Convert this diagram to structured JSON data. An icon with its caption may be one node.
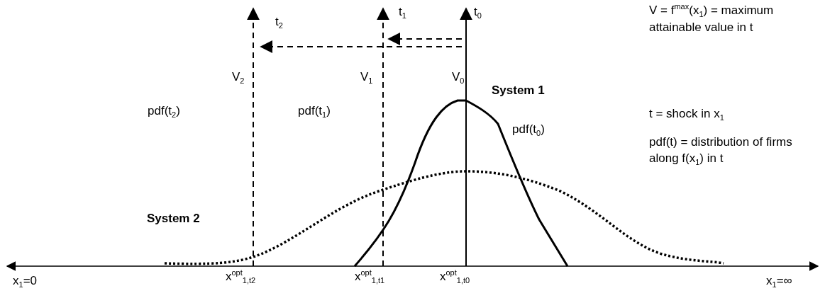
{
  "diagram": {
    "labels": [
      "t$_{2}$",
      "t$_{1}$",
      "t$_{0}$",
      "V = f$^{max}$(x$_{1}$) = maximum attainable value in t",
      "V$_{2}$",
      "V$_{1}$",
      "V$_{0}$",
      "System 1",
      "pdf(t$_{2}$)",
      "pdf(t$_{1}$)",
      "t = shock in x$_{1}$",
      "pdf(t$_{0}$)",
      "pdf(t) = distribution of firms along f(x$_{1}$) in t",
      "System 2",
      "x$_{1}$=0",
      "x$^{opt}$$_{1,t2}$",
      "x$^{opt}$$_{1,t1}$",
      "x$^{opt}$$_{1,t0}$",
      "x$_{1}$=∞"
    ]
  }
}
